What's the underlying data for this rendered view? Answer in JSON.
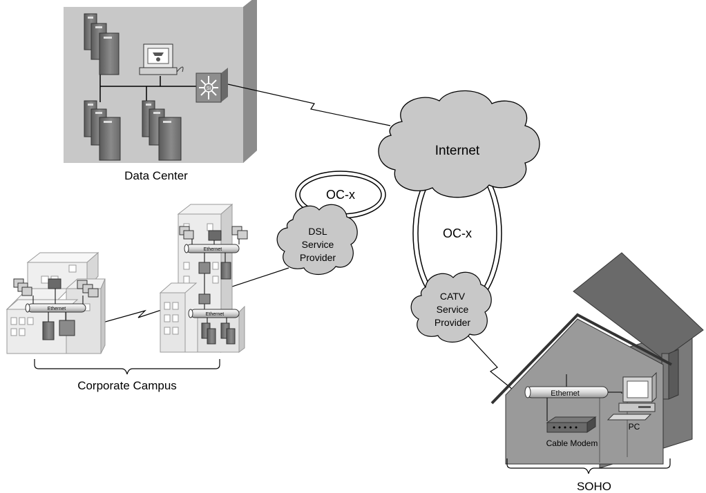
{
  "labels": {
    "data_center": "Data Center",
    "internet": "Internet",
    "oc_x_left": "OC-x",
    "oc_x_right": "OC-x",
    "dsl_line1": "DSL",
    "dsl_line2": "Service",
    "dsl_line3": "Provider",
    "catv_line1": "CATV",
    "catv_line2": "Service",
    "catv_line3": "Provider",
    "corporate_campus": "Corporate Campus",
    "campus_ethernet_left": "Ethernet",
    "campus_ethernet_right_top": "Ethernet",
    "campus_ethernet_right_bottom": "Ethernet",
    "soho_ethernet": "Ethernet",
    "pc": "PC",
    "cable_modem": "Cable Modem",
    "soho": "SOHO"
  },
  "colors": {
    "datacenter_box": "#c8c8c8",
    "cloud_fill": "#c8c8c8",
    "building_light": "#e6e6e6",
    "house_wall": "#9a9a9a",
    "house_roof": "#6e6e6e",
    "line": "#000000"
  }
}
